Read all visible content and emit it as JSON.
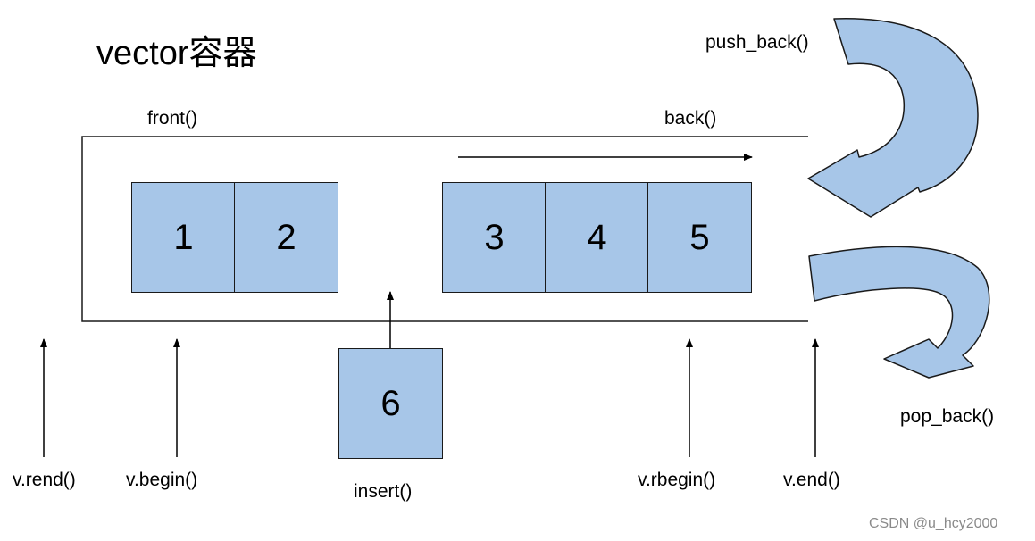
{
  "title": "vector容器",
  "labels": {
    "front": "front()",
    "back": "back()",
    "push_back": "push_back()",
    "pop_back": "pop_back()",
    "insert": "insert()",
    "rend": "v.rend()",
    "begin": "v.begin()",
    "rbegin": "v.rbegin()",
    "end": "v.end()"
  },
  "elements": [
    "1",
    "2",
    "3",
    "4",
    "5"
  ],
  "inserted_element": "6",
  "watermark": "CSDN @u_hcy2000",
  "colors": {
    "cell_fill": "#a7c6e8",
    "arrow_fill": "#a7c6e8",
    "outline": "#1a1a1a"
  }
}
